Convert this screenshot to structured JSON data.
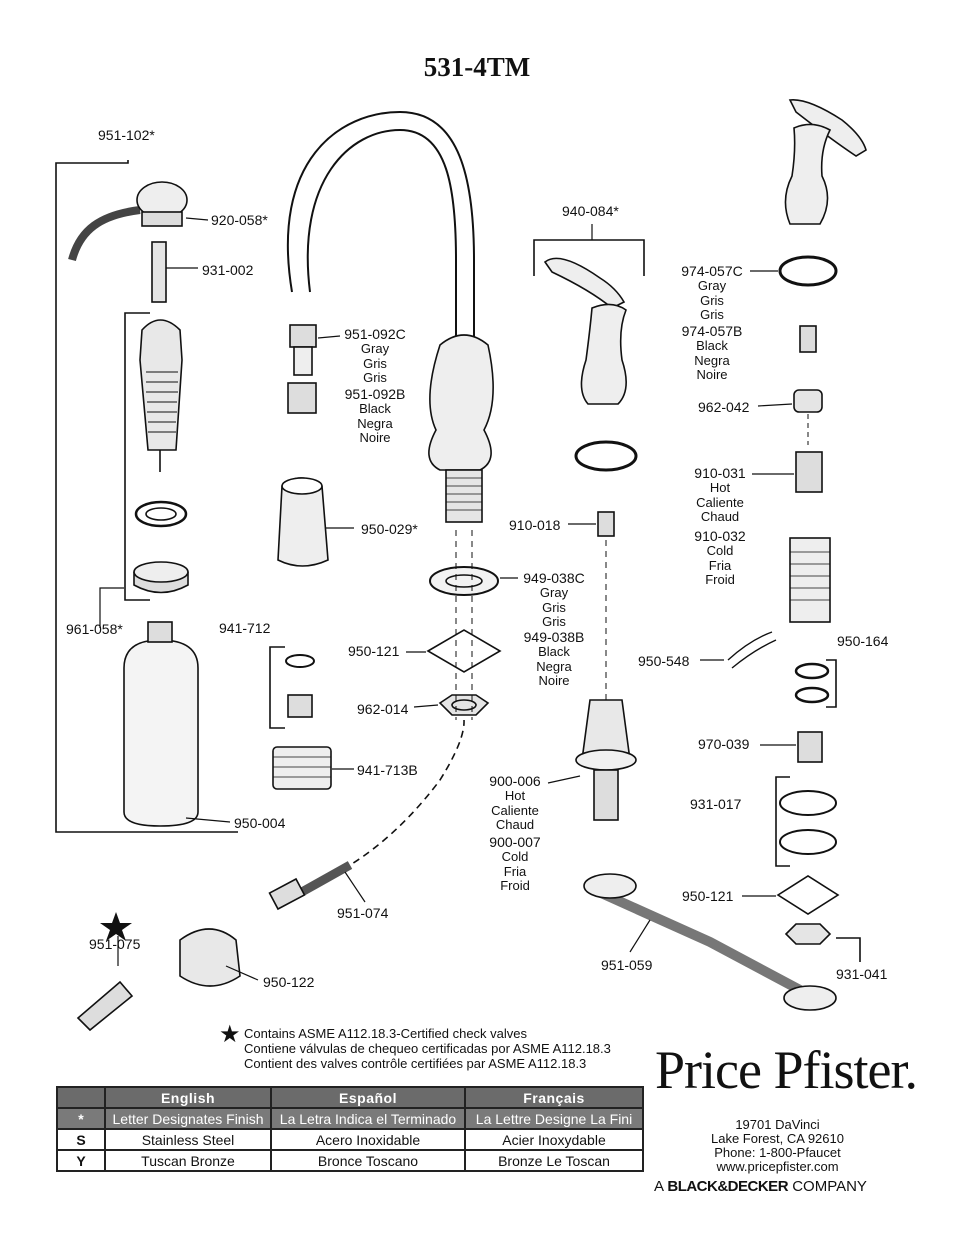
{
  "title": "531-4TM",
  "labels": [
    {
      "id": "p951-102",
      "pn": "951-102*",
      "sub": []
    },
    {
      "id": "p920-058",
      "pn": "920-058*",
      "sub": []
    },
    {
      "id": "p931-002",
      "pn": "931-002",
      "sub": []
    },
    {
      "id": "p961-058",
      "pn": "961-058*",
      "sub": []
    },
    {
      "id": "p950-004",
      "pn": "950-004",
      "sub": []
    },
    {
      "id": "p951-092C",
      "pn": "951-092C",
      "sub": [
        "Gray",
        "Gris",
        "Gris"
      ]
    },
    {
      "id": "p951-092B",
      "pn": "951-092B",
      "sub": [
        "Black",
        "Negra",
        "Noire"
      ]
    },
    {
      "id": "p950-029",
      "pn": "950-029*",
      "sub": []
    },
    {
      "id": "p941-712",
      "pn": "941-712",
      "sub": []
    },
    {
      "id": "p941-713B",
      "pn": "941-713B",
      "sub": []
    },
    {
      "id": "p950-121a",
      "pn": "950-121",
      "sub": []
    },
    {
      "id": "p962-014",
      "pn": "962-014",
      "sub": []
    },
    {
      "id": "p951-074",
      "pn": "951-074",
      "sub": []
    },
    {
      "id": "p951-075",
      "pn": "951-075",
      "sub": []
    },
    {
      "id": "p950-122",
      "pn": "950-122",
      "sub": []
    },
    {
      "id": "p940-084",
      "pn": "940-084*",
      "sub": []
    },
    {
      "id": "p910-018",
      "pn": "910-018",
      "sub": []
    },
    {
      "id": "p949-038C",
      "pn": "949-038C",
      "sub": [
        "Gray",
        "Gris",
        "Gris"
      ]
    },
    {
      "id": "p949-038B",
      "pn": "949-038B",
      "sub": [
        "Black",
        "Negra",
        "Noire"
      ]
    },
    {
      "id": "p900-006",
      "pn": "900-006",
      "sub": [
        "Hot",
        "Caliente",
        "Chaud"
      ]
    },
    {
      "id": "p900-007",
      "pn": "900-007",
      "sub": [
        "Cold",
        "Fria",
        "Froid"
      ]
    },
    {
      "id": "p951-059",
      "pn": "951-059",
      "sub": []
    },
    {
      "id": "p974-057C",
      "pn": "974-057C",
      "sub": [
        "Gray",
        "Gris",
        "Gris"
      ]
    },
    {
      "id": "p974-057B",
      "pn": "974-057B",
      "sub": [
        "Black",
        "Negra",
        "Noire"
      ]
    },
    {
      "id": "p962-042",
      "pn": "962-042",
      "sub": []
    },
    {
      "id": "p910-031",
      "pn": "910-031",
      "sub": [
        "Hot",
        "Caliente",
        "Chaud"
      ]
    },
    {
      "id": "p910-032",
      "pn": "910-032",
      "sub": [
        "Cold",
        "Fria",
        "Froid"
      ]
    },
    {
      "id": "p950-548",
      "pn": "950-548",
      "sub": []
    },
    {
      "id": "p950-164",
      "pn": "950-164",
      "sub": []
    },
    {
      "id": "p970-039",
      "pn": "970-039",
      "sub": []
    },
    {
      "id": "p931-017",
      "pn": "931-017",
      "sub": []
    },
    {
      "id": "p950-121b",
      "pn": "950-121",
      "sub": []
    },
    {
      "id": "p931-041",
      "pn": "931-041",
      "sub": []
    }
  ],
  "note": {
    "line1": "Contains ASME A112.18.3-Certified check valves",
    "line2": "Contiene válvulas de chequeo certificadas por ASME A112.18.3",
    "line3": "Contient des valves contrôle certifiées par ASME A112.18.3"
  },
  "finish_table": {
    "headers": [
      "English",
      "Español",
      "Français"
    ],
    "rows": [
      {
        "code": "*",
        "en": "Letter Designates Finish",
        "es": "La Letra Indica el Terminado",
        "fr": "La Lettre Designe La Fini"
      },
      {
        "code": "S",
        "en": "Stainless Steel",
        "es": "Acero Inoxidable",
        "fr": "Acier Inoxydable"
      },
      {
        "code": "Y",
        "en": "Tuscan Bronze",
        "es": "Bronce Toscano",
        "fr": "Bronze Le Toscan"
      }
    ]
  },
  "brand": {
    "logo": "Price Pfister.",
    "address": [
      "19701 DaVinci",
      "Lake Forest, CA 92610",
      "Phone: 1-800-Pfaucet",
      "www.pricepfister.com"
    ],
    "company_prefix": "A",
    "company_mark": "BLACK&DECKER",
    "company_suffix": "COMPANY"
  }
}
